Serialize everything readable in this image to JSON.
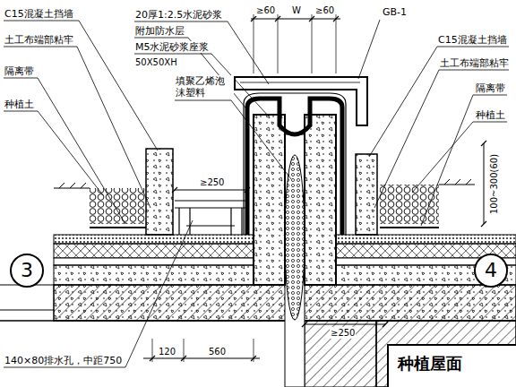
{
  "diagram": {
    "nodes": [
      {
        "text": [
          "3"
        ]
      },
      {
        "text": [
          "4"
        ]
      },
      {
        "text": [
          "种植屋面"
        ]
      }
    ],
    "labels": [
      "C15混凝土挡墙",
      "土工布端部粘牢",
      "隔离带",
      "种植土",
      "20厚1:2.5水泥砂浆",
      "附加防水层",
      "M5水泥砂浆座浆",
      "50X50XH",
      "填聚乙烯泡 沫塑料",
      "≥60",
      "W",
      "≥60",
      "GB-1",
      "C15混凝土挡墙",
      "土工布端部粘牢",
      "隔离带",
      "种植土",
      "≥250",
      "100~300(60)",
      "≥250",
      "140×80排水孔，中距750",
      "120",
      "560"
    ]
  }
}
